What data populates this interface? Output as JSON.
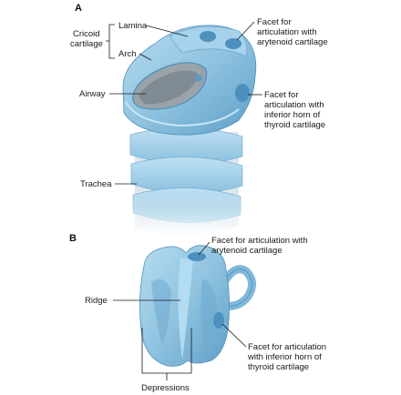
{
  "panel_a": {
    "letter": "A",
    "cricoid_label": [
      "Cricoid",
      "cartilage"
    ],
    "lamina": "Lamina",
    "arch": "Arch",
    "airway": "Airway",
    "trachea": "Trachea",
    "facet_arytenoid": [
      "Facet for",
      "articulation with",
      "arytenoid cartilage"
    ],
    "facet_thyroid": [
      "Facet for",
      "articulation with",
      "inferior horn of",
      "thyroid cartilage"
    ]
  },
  "panel_b": {
    "letter": "B",
    "ridge": "Ridge",
    "depressions": "Depressions",
    "facet_arytenoid": [
      "Facet for articulation with",
      "arytenoid cartilage"
    ],
    "facet_thyroid": [
      "Facet for articulation",
      "with inferior horn of",
      "thyroid cartilage"
    ]
  },
  "colors": {
    "cartilage": "#8fc3e0",
    "cartilage_dark": "#5b9cc4",
    "facet": "#4d8fbd",
    "trachea_ring": "#a9d2ea",
    "trachea_gap": "#dfe9ef"
  }
}
